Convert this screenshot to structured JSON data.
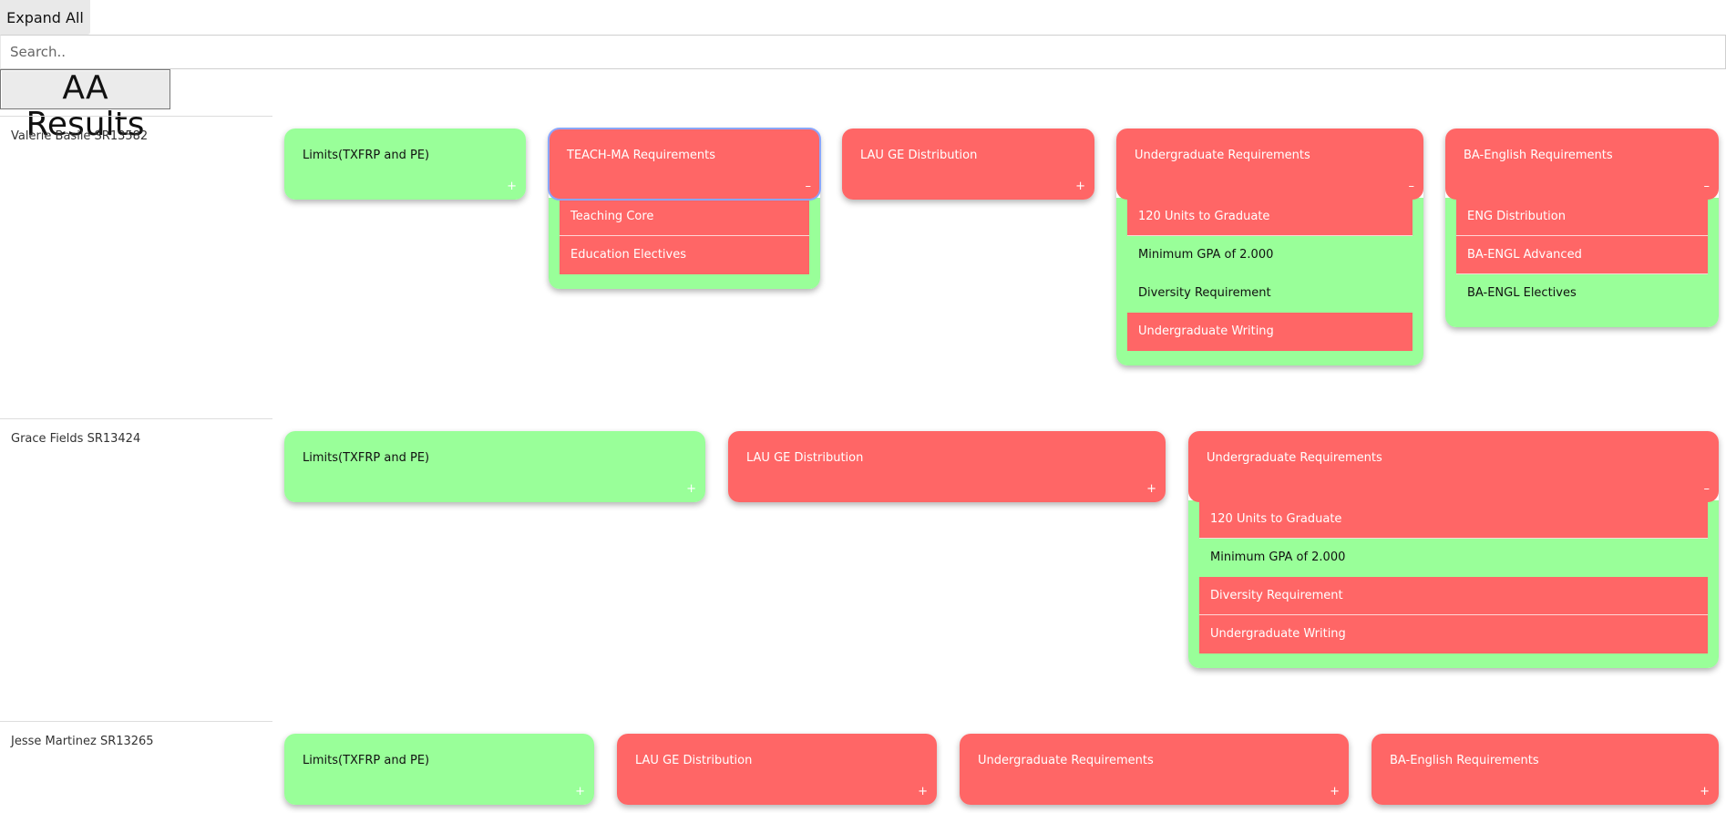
{
  "toolbar": {
    "expand_all_label": "Expand All"
  },
  "search": {
    "placeholder": "Search..",
    "value": ""
  },
  "page_title": "AA Results",
  "colors": {
    "pass": "#99ff99",
    "fail": "#ff6666",
    "selected_outline": "#8aa6ff"
  },
  "students": [
    {
      "name": "Valerie Basile SR13582",
      "requirements": [
        {
          "label": "Limits(TXFRP and PE)",
          "status": "pass",
          "toggle": "+",
          "items": []
        },
        {
          "label": "TEACH-MA Requirements",
          "status": "fail",
          "toggle": "–",
          "items": [
            {
              "label": "Teaching Core",
              "status": "fail"
            },
            {
              "label": "Education Electives",
              "status": "fail"
            }
          ]
        },
        {
          "label": "LAU GE Distribution",
          "status": "fail",
          "toggle": "+",
          "items": []
        },
        {
          "label": "Undergraduate Requirements",
          "status": "fail",
          "toggle": "–",
          "items": [
            {
              "label": "120 Units to Graduate",
              "status": "fail"
            },
            {
              "label": "Minimum GPA of 2.000",
              "status": "pass"
            },
            {
              "label": "Diversity Requirement",
              "status": "pass"
            },
            {
              "label": "Undergraduate Writing",
              "status": "fail"
            }
          ]
        },
        {
          "label": "BA-English Requirements",
          "status": "fail",
          "toggle": "–",
          "items": [
            {
              "label": "ENG Distribution",
              "status": "fail"
            },
            {
              "label": "BA-ENGL Advanced",
              "status": "fail"
            },
            {
              "label": "BA-ENGL Electives",
              "status": "pass"
            }
          ]
        }
      ]
    },
    {
      "name": "Grace Fields SR13424",
      "requirements": [
        {
          "label": "Limits(TXFRP and PE)",
          "status": "pass",
          "toggle": "+",
          "items": []
        },
        {
          "label": "LAU GE Distribution",
          "status": "fail",
          "toggle": "+",
          "items": []
        },
        {
          "label": "Undergraduate Requirements",
          "status": "fail",
          "toggle": "–",
          "items": [
            {
              "label": "120 Units to Graduate",
              "status": "fail"
            },
            {
              "label": "Minimum GPA of 2.000",
              "status": "pass"
            },
            {
              "label": "Diversity Requirement",
              "status": "fail"
            },
            {
              "label": "Undergraduate Writing",
              "status": "fail"
            }
          ]
        }
      ]
    },
    {
      "name": "Jesse Martinez SR13265",
      "requirements": [
        {
          "label": "Limits(TXFRP and PE)",
          "status": "pass",
          "toggle": "+",
          "items": []
        },
        {
          "label": "LAU GE Distribution",
          "status": "fail",
          "toggle": "+",
          "items": []
        },
        {
          "label": "Undergraduate Requirements",
          "status": "fail",
          "toggle": "+",
          "items": []
        },
        {
          "label": "BA-English Requirements",
          "status": "fail",
          "toggle": "+",
          "items": []
        }
      ]
    }
  ]
}
